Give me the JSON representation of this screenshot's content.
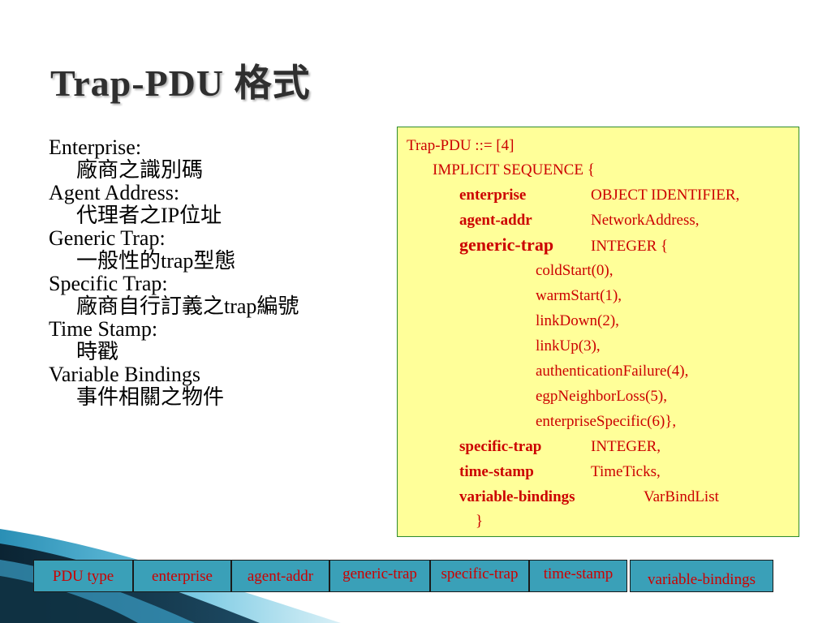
{
  "title": "Trap-PDU 格式",
  "fields": [
    {
      "label": "Enterprise:",
      "desc": "廠商之識別碼"
    },
    {
      "label": "Agent Address:",
      "desc": "代理者之IP位址"
    },
    {
      "label": "Generic Trap:",
      "desc": "一般性的trap型態"
    },
    {
      "label": "Specific Trap:",
      "desc": "廠商自行訂義之trap編號"
    },
    {
      "label": "Time Stamp:",
      "desc": "時戳"
    },
    {
      "label": "Variable Bindings",
      "desc": "事件相關之物件"
    }
  ],
  "asn": {
    "header": "Trap-PDU ::= [4]",
    "sequence": "IMPLICIT SEQUENCE {",
    "enterprise_key": "enterprise",
    "enterprise_type": "OBJECT IDENTIFIER,",
    "agent_key": "agent-addr",
    "agent_type": "NetworkAddress,",
    "generic_key": "generic-trap",
    "generic_type": "INTEGER {",
    "generic_values": [
      "coldStart(0),",
      "warmStart(1),",
      "linkDown(2),",
      "linkUp(3),",
      "authenticationFailure(4),",
      "egpNeighborLoss(5),",
      "enterpriseSpecific(6)},"
    ],
    "specific_key": "specific-trap",
    "specific_type": "INTEGER,",
    "time_key": "time-stamp",
    "time_type": "TimeTicks,",
    "varbind_key": "variable-bindings",
    "varbind_type": "VarBindList",
    "close": "}"
  },
  "pdu_fields": [
    "PDU type",
    "enterprise",
    "agent-addr",
    "generic-trap",
    "specific-trap",
    "time-stamp",
    "variable-bindings"
  ],
  "colors": {
    "title": "#2f2f2f",
    "code_text": "#cc0000",
    "box_fill": "#ffff99",
    "box_border": "#2e8b2e",
    "pdu_fill": "#3aa0b8",
    "band_dark": "#0d2a3a"
  }
}
